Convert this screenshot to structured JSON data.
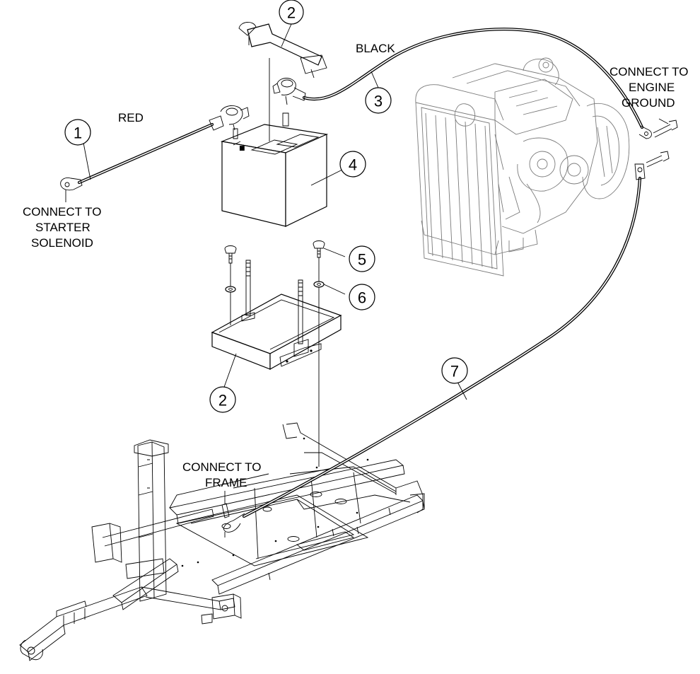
{
  "labels": {
    "red": "RED",
    "black": "BLACK",
    "starter_line1": "CONNECT TO",
    "starter_line2": "STARTER",
    "starter_line3": "SOLENOID",
    "engine_line1": "CONNECT TO",
    "engine_line2": "ENGINE",
    "engine_line3": "GROUND",
    "frame_line1": "CONNECT TO",
    "frame_line2": "FRAME"
  },
  "callouts": {
    "c1": "1",
    "c2_top": "2",
    "c3": "3",
    "c4": "4",
    "c5": "5",
    "c6": "6",
    "c2_tray": "2",
    "c7": "7"
  }
}
